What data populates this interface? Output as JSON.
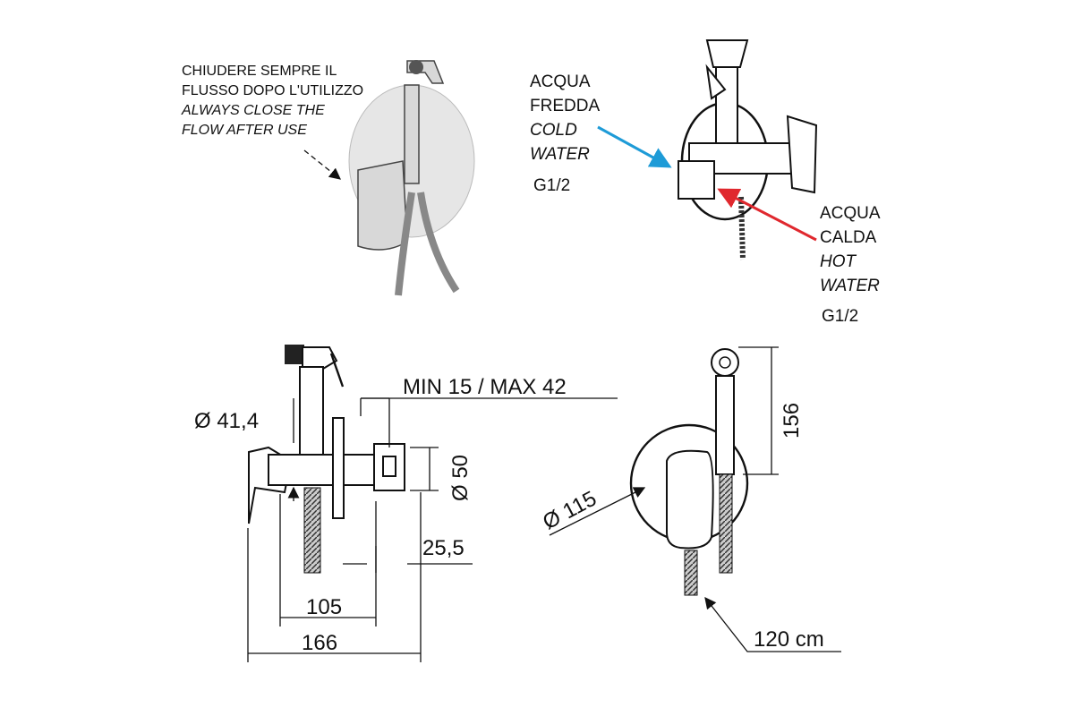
{
  "note": {
    "line1": "CHIUDERE SEMPRE IL",
    "line2": "FLUSSO DOPO L'UTILIZZO",
    "line3": "ALWAYS CLOSE THE",
    "line4": "FLOW AFTER  USE"
  },
  "cold": {
    "line1": "ACQUA",
    "line2": "FREDDA",
    "line3": "COLD",
    "line4": "WATER",
    "size": "G1/2",
    "color": "#1e9bd7"
  },
  "hot": {
    "line1": "ACQUA",
    "line2": "CALDA",
    "line3": "HOT",
    "line4": "WATER",
    "size": "G1/2",
    "color": "#e0282e"
  },
  "dimensions": {
    "wall_range": "MIN 15 / MAX 42",
    "diam_41": "Ø 41,4",
    "diam_50": "Ø 50",
    "d_25": "25,5",
    "d_105": "105",
    "d_166": "166",
    "diam_115": "Ø 115",
    "h_156": "156",
    "hose": "120 cm"
  }
}
